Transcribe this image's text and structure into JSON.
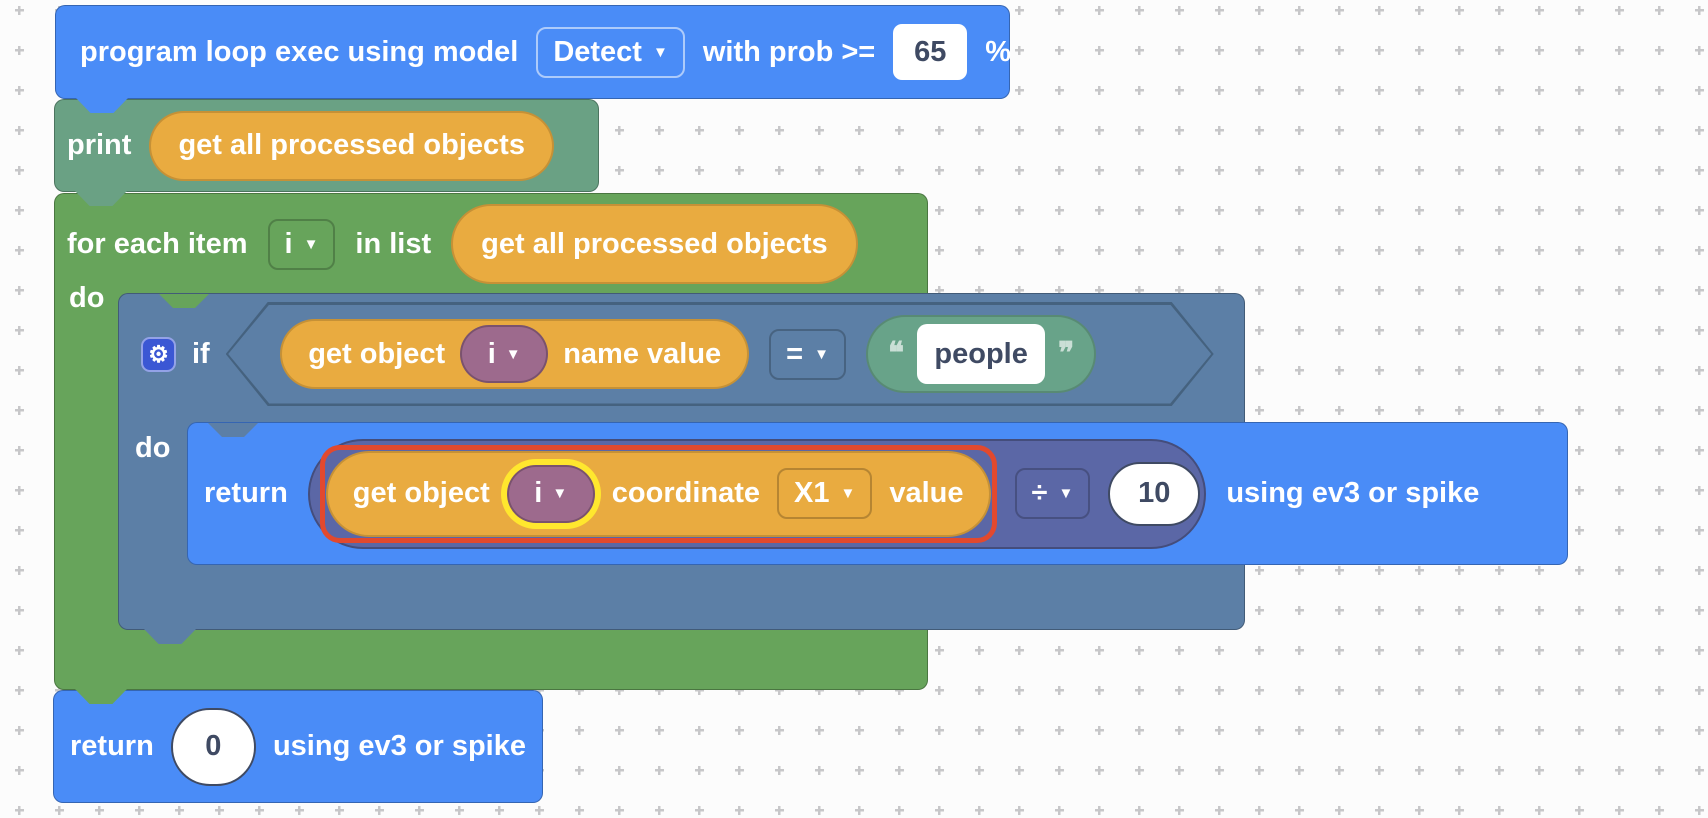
{
  "icons": {
    "dropdown_arrow": "▼",
    "gear": "⚙",
    "open_quote": "❝",
    "close_quote": "❞"
  },
  "colors": {
    "stack_blue": "#4a8cf7",
    "print_teal": "#6aa184",
    "loop_green": "#67a45b",
    "logic_slate": "#5c7fa6",
    "value_orange": "#e9ab40",
    "variable_purple": "#9d6a8d",
    "math_indigo": "#5b67a6",
    "string_green": "#68a389",
    "selection_red": "#e2492e",
    "highlight_yellow": "#ffe72e",
    "field_text": "#3f4a63",
    "grid_cross": "#c7c7c9"
  },
  "blocks": {
    "program": {
      "label": "program loop exec using model",
      "model": "Detect",
      "prob_label": "with prob >=",
      "prob_value": "65",
      "percent": "%"
    },
    "print": {
      "label": "print",
      "arg": "get all processed objects"
    },
    "foreach": {
      "label_item": "for each item",
      "var": "i",
      "label_list": "in list",
      "arg": "get all processed objects",
      "do_label": "do"
    },
    "if": {
      "label": "if",
      "cond_left": {
        "prefix": "get object",
        "var": "i",
        "suffix": "name value"
      },
      "operator": "=",
      "cond_right": "people",
      "do_label": "do"
    },
    "return_expr": {
      "label": "return",
      "get": {
        "prefix": "get object",
        "var": "i",
        "mid": "coordinate",
        "coord": "X1",
        "suffix": "value"
      },
      "operator": "÷",
      "divisor": "10",
      "suffix": "using ev3 or spike"
    },
    "return_zero": {
      "label": "return",
      "value": "0",
      "suffix": "using ev3 or spike"
    }
  }
}
